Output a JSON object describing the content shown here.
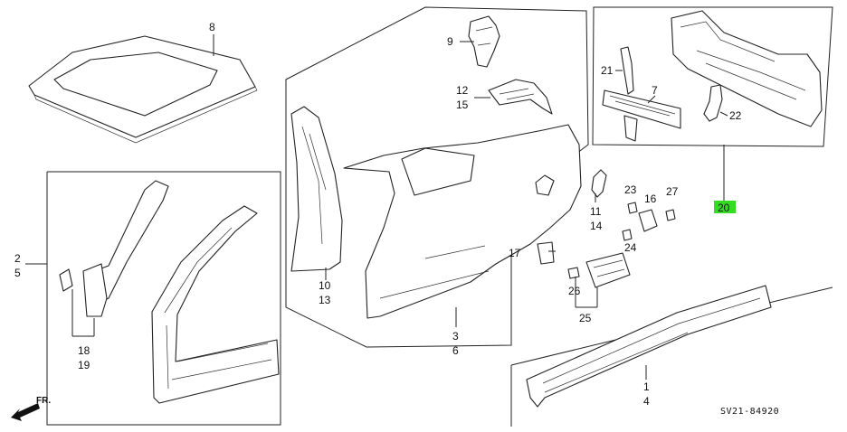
{
  "diagram": {
    "callouts": {
      "c8": "8",
      "c9": "9",
      "c12": "12",
      "c15": "15",
      "c21": "21",
      "c7": "7",
      "c22": "22",
      "c2": "2",
      "c5": "5",
      "c10": "10",
      "c13": "13",
      "c11": "11",
      "c14": "14",
      "c23": "23",
      "c16": "16",
      "c27": "27",
      "c20": "20",
      "c24": "24",
      "c17": "17",
      "c3": "3",
      "c6": "6",
      "c26": "26",
      "c25": "25",
      "c18": "18",
      "c19": "19",
      "c1": "1",
      "c4": "4"
    },
    "highlight_color": "#33dd22",
    "direction_marker": "FR.",
    "diagram_code": "SV21-84920"
  }
}
